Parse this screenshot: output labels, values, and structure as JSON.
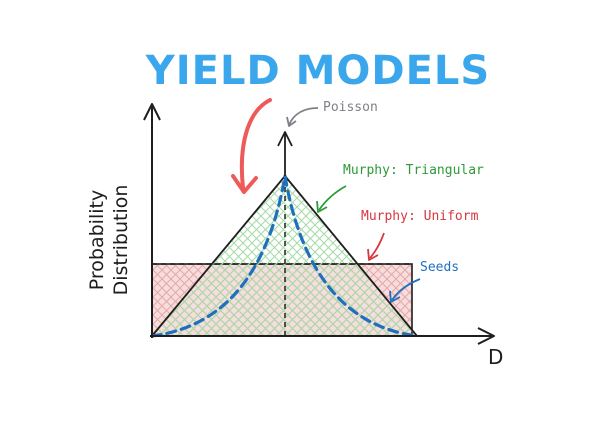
{
  "title": "YIELD MODELS",
  "y_axis_label_line1": "Probability",
  "y_axis_label_line2": "Distribution",
  "x_axis_label": "D",
  "labels": {
    "poisson": "Poisson",
    "triangular": "Murphy: Triangular",
    "uniform": "Murphy: Uniform",
    "seeds": "Seeds"
  },
  "colors": {
    "title": "#3aa6ec",
    "poisson": "#7d8086",
    "triangular": "#2e9a38",
    "uniform": "#d9363e",
    "seeds": "#1f6fbf",
    "big_arrow": "#ee5a5a",
    "triangle_hatch": "#a7dba8",
    "uniform_fill": "#f6dede",
    "uniform_hatch": "#eaa7a9",
    "ink": "#1e1e1e"
  },
  "icons": {
    "big_arrow": "curved-arrow-icon",
    "label_arrows": "pointer-arrow-icon"
  }
}
